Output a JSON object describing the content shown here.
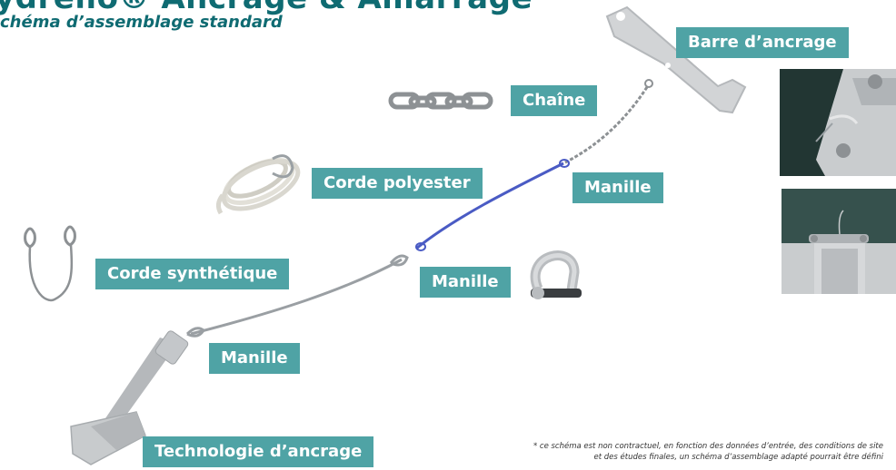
{
  "header": {
    "title": "ydrelio® Ancrage & Amarrage",
    "subtitle": "chéma d’assemblage standard"
  },
  "labels": {
    "barre": "Barre d’ancrage",
    "chaine": "Chaîne",
    "corde_polyester": "Corde polyester",
    "manille_1": "Manille",
    "corde_synthetique": "Corde synthétique",
    "manille_2": "Manille",
    "manille_3": "Manille",
    "technologie": "Technologie d’ancrage"
  },
  "footnote": {
    "line1": "* ce schéma est non contractuel, en fonction des données d’entrée, des conditions de site",
    "line2": "et des études finales, un schéma d’assemblage adapté pourrait être défini"
  },
  "colors": {
    "accent": "#4fa3a5",
    "title": "#0f6b72",
    "polyester_rope": "#4a5bc4",
    "metal": "#9a9fa3"
  },
  "icons": [
    "anchor-bar-icon",
    "chain-icon",
    "rope-coil-icon",
    "synthetic-rope-sling-icon",
    "shackle-icon",
    "anchor-icon",
    "dock-photo",
    "pontoon-photo"
  ]
}
